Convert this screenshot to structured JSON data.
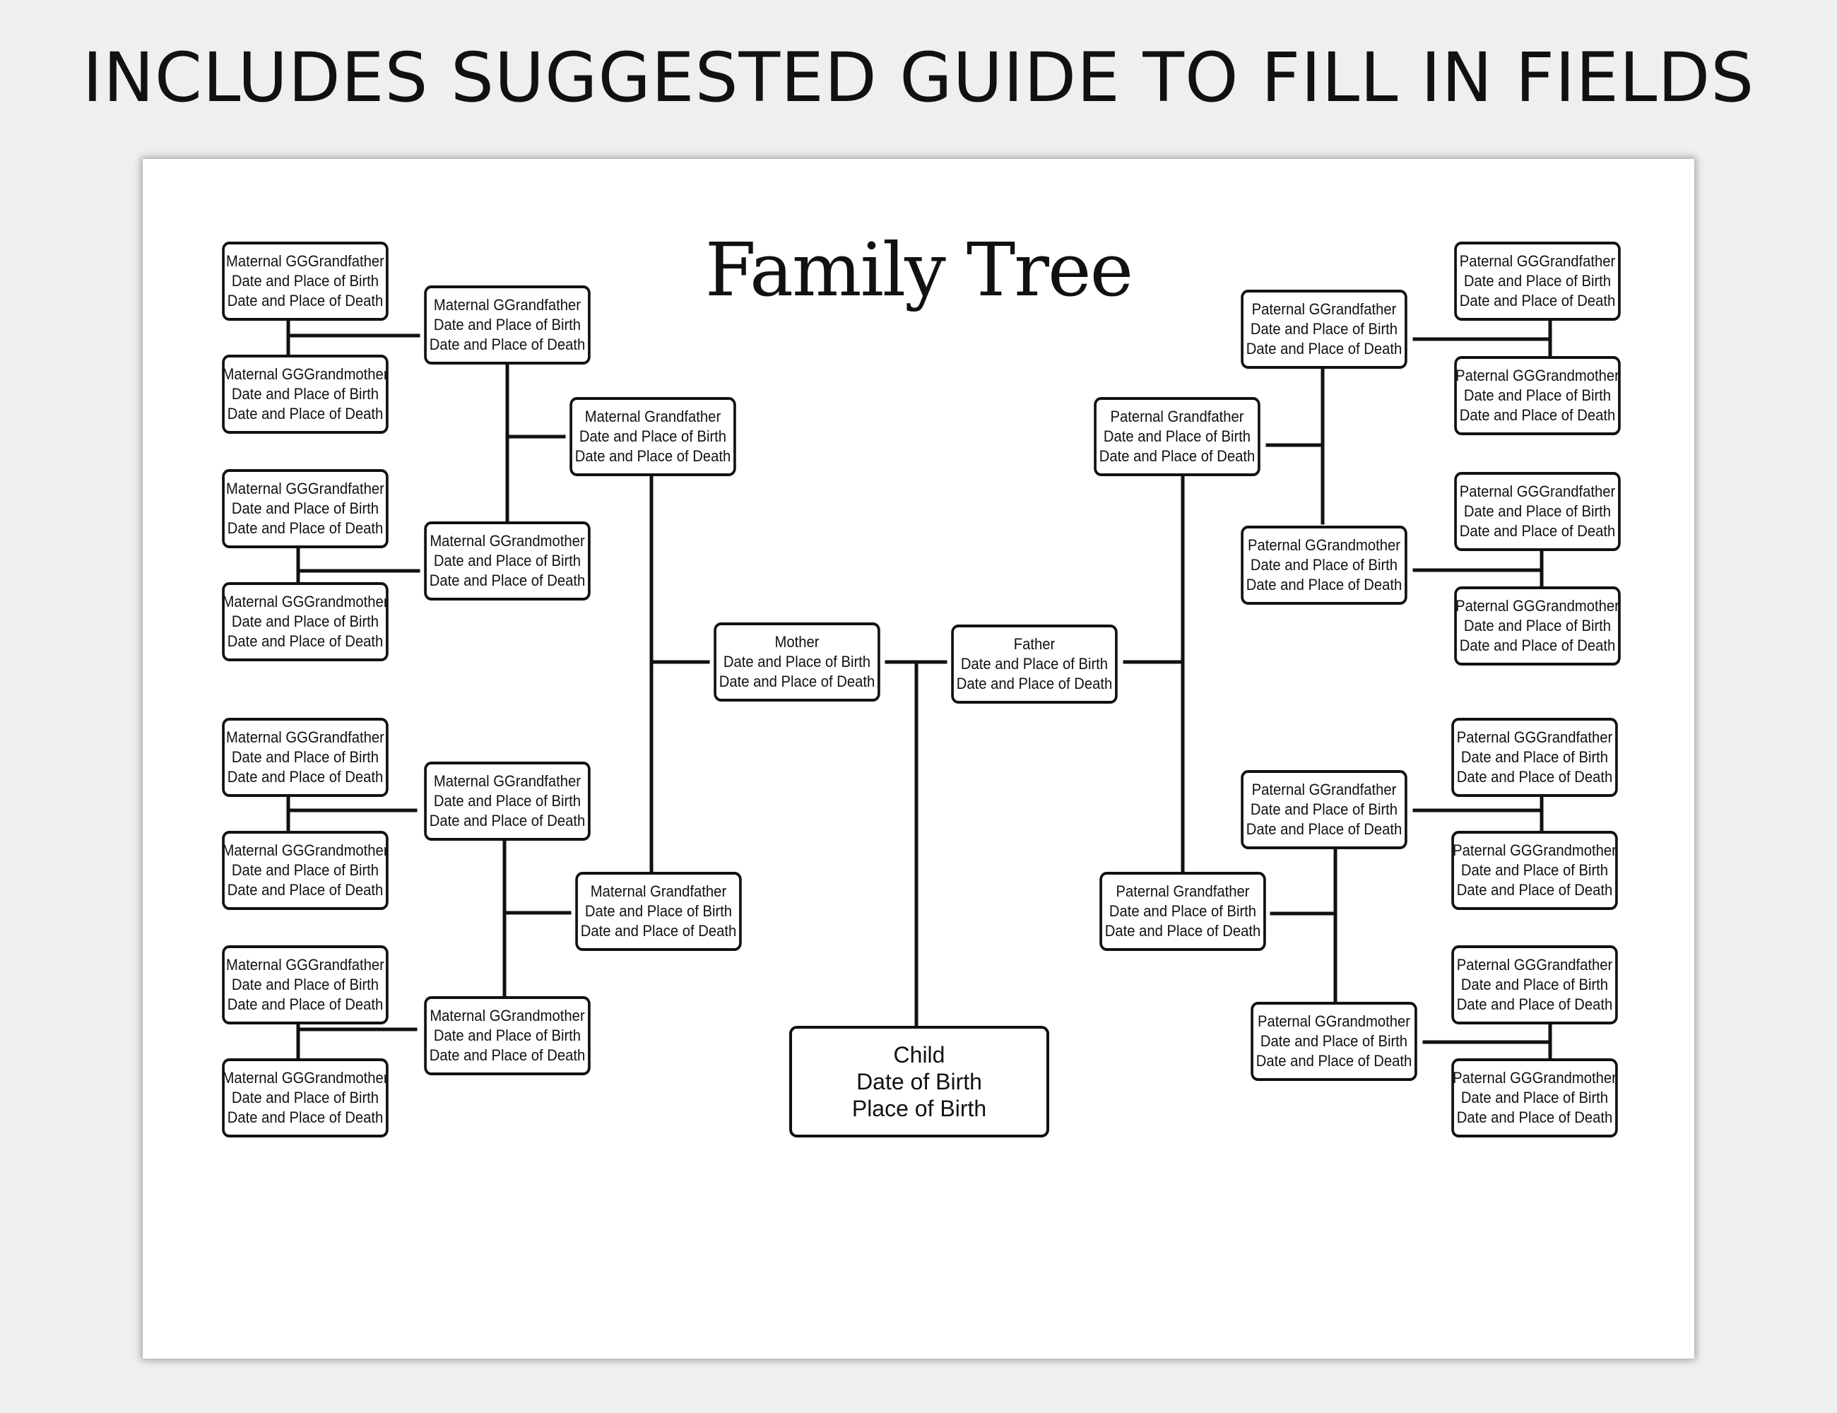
{
  "headline": "INCLUDES SUGGESTED GUIDE TO FILL IN FIELDS",
  "title": "Family Tree",
  "colors": {
    "background": "#eef0f0",
    "sheet": "#ffffff",
    "ink": "#111111"
  },
  "people": {
    "mggf1": {
      "lines": [
        "Maternal GGGrandfather",
        "Date and Place of Birth",
        "Date and Place of Death"
      ]
    },
    "mggm1": {
      "lines": [
        "Maternal GGGrandmother",
        "Date and Place of Birth",
        "Date and Place of Death"
      ]
    },
    "mggf2": {
      "lines": [
        "Maternal GGGrandfather",
        "Date and Place of Birth",
        "Date and Place of Death"
      ]
    },
    "mggm2": {
      "lines": [
        "Maternal GGGrandmother",
        "Date and Place of Birth",
        "Date and Place of Death"
      ]
    },
    "mggf3": {
      "lines": [
        "Maternal GGGrandfather",
        "Date and Place of Birth",
        "Date and Place of Death"
      ]
    },
    "mggm3": {
      "lines": [
        "Maternal GGGrandmother",
        "Date and Place of Birth",
        "Date and Place of Death"
      ]
    },
    "mggf4": {
      "lines": [
        "Maternal GGGrandfather",
        "Date and Place of Birth",
        "Date and Place of Death"
      ]
    },
    "mggm4": {
      "lines": [
        "Maternal GGGrandmother",
        "Date and Place of Birth",
        "Date and Place of Death"
      ]
    },
    "mgf1": {
      "lines": [
        "Maternal GGrandfather",
        "Date and Place of Birth",
        "Date and Place of Death"
      ]
    },
    "mgm1": {
      "lines": [
        "Maternal GGrandmother",
        "Date and Place of Birth",
        "Date and Place of Death"
      ]
    },
    "mgf2": {
      "lines": [
        "Maternal GGrandfather",
        "Date and Place of Birth",
        "Date and Place of Death"
      ]
    },
    "mgm2": {
      "lines": [
        "Maternal GGrandmother",
        "Date and Place of Birth",
        "Date and Place of Death"
      ]
    },
    "mgp1": {
      "lines": [
        "Maternal Grandfather",
        "Date and Place of Birth",
        "Date and Place of Death"
      ]
    },
    "mgp2": {
      "lines": [
        "Maternal Grandfather",
        "Date and Place of Birth",
        "Date and Place of Death"
      ]
    },
    "mother": {
      "lines": [
        "Mother",
        "Date and Place of Birth",
        "Date and Place of Death"
      ]
    },
    "father": {
      "lines": [
        "Father",
        "Date and Place of Birth",
        "Date and Place of Death"
      ]
    },
    "pgp1": {
      "lines": [
        "Paternal Grandfather",
        "Date and Place of Birth",
        "Date and Place of Death"
      ]
    },
    "pgp2": {
      "lines": [
        "Paternal Grandfather",
        "Date and Place of Birth",
        "Date and Place of Death"
      ]
    },
    "pgf1": {
      "lines": [
        "Paternal GGrandfather",
        "Date and Place of Birth",
        "Date and Place of Death"
      ]
    },
    "pgm1": {
      "lines": [
        "Paternal GGrandmother",
        "Date and Place of Birth",
        "Date and Place of Death"
      ]
    },
    "pgf2": {
      "lines": [
        "Paternal GGrandfather",
        "Date and Place of Birth",
        "Date and Place of Death"
      ]
    },
    "pgm2": {
      "lines": [
        "Paternal GGrandmother",
        "Date and Place of Birth",
        "Date and Place of Death"
      ]
    },
    "pggf1": {
      "lines": [
        "Paternal GGGrandfather",
        "Date and Place of Birth",
        "Date and Place of Death"
      ]
    },
    "pggm1": {
      "lines": [
        "Paternal GGGrandmother",
        "Date and Place of Birth",
        "Date and Place of Death"
      ]
    },
    "pggf2": {
      "lines": [
        "Paternal GGGrandfather",
        "Date and Place of Birth",
        "Date and Place of Death"
      ]
    },
    "pggm2": {
      "lines": [
        "Paternal GGGrandmother",
        "Date and Place of Birth",
        "Date and Place of Death"
      ]
    },
    "pggf3": {
      "lines": [
        "Paternal GGGrandfather",
        "Date and Place of Birth",
        "Date and Place of Death"
      ]
    },
    "pggm3": {
      "lines": [
        "Paternal GGGrandmother",
        "Date and Place of Birth",
        "Date and Place of Death"
      ]
    },
    "pggf4": {
      "lines": [
        "Paternal GGGrandfather",
        "Date and Place of Birth",
        "Date and Place of Death"
      ]
    },
    "pggm4": {
      "lines": [
        "Paternal GGGrandmother",
        "Date and Place of Birth",
        "Date and Place of Death"
      ]
    },
    "child": {
      "lines": [
        "Child",
        "Date of Birth",
        "Place of Birth"
      ]
    }
  }
}
